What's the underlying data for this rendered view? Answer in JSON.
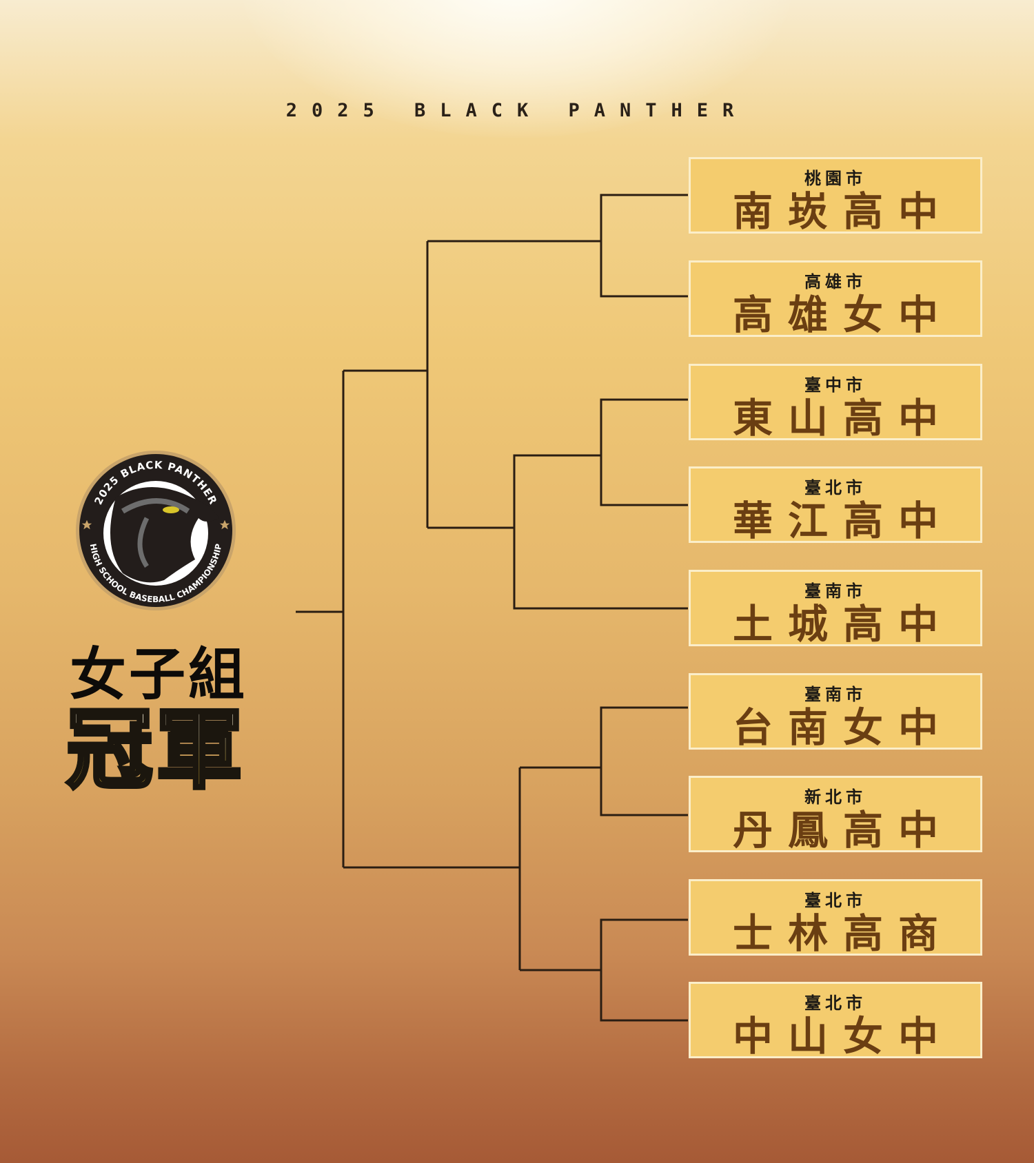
{
  "header": {
    "title": "2025 BLACK PANTHER"
  },
  "logo": {
    "top_text": "2025 BLACK PANTHER",
    "bottom_text": "HIGH SCHOOL BASEBALL CHAMPIONSHIP"
  },
  "division": "女子組",
  "champion_label": "冠軍",
  "teams": [
    {
      "city": "桃園市",
      "school": "南崁高中"
    },
    {
      "city": "高雄市",
      "school": "高雄女中"
    },
    {
      "city": "臺中市",
      "school": "東山高中"
    },
    {
      "city": "臺北市",
      "school": "華江高中"
    },
    {
      "city": "臺南市",
      "school": "土城高中"
    },
    {
      "city": "臺南市",
      "school": "台南女中"
    },
    {
      "city": "新北市",
      "school": "丹鳳高中"
    },
    {
      "city": "臺北市",
      "school": "士林高商"
    },
    {
      "city": "臺北市",
      "school": "中山女中"
    }
  ],
  "colors": {
    "box": "#f4cc6e",
    "school_text": "#6a3e12",
    "line": "#2a1d12"
  }
}
